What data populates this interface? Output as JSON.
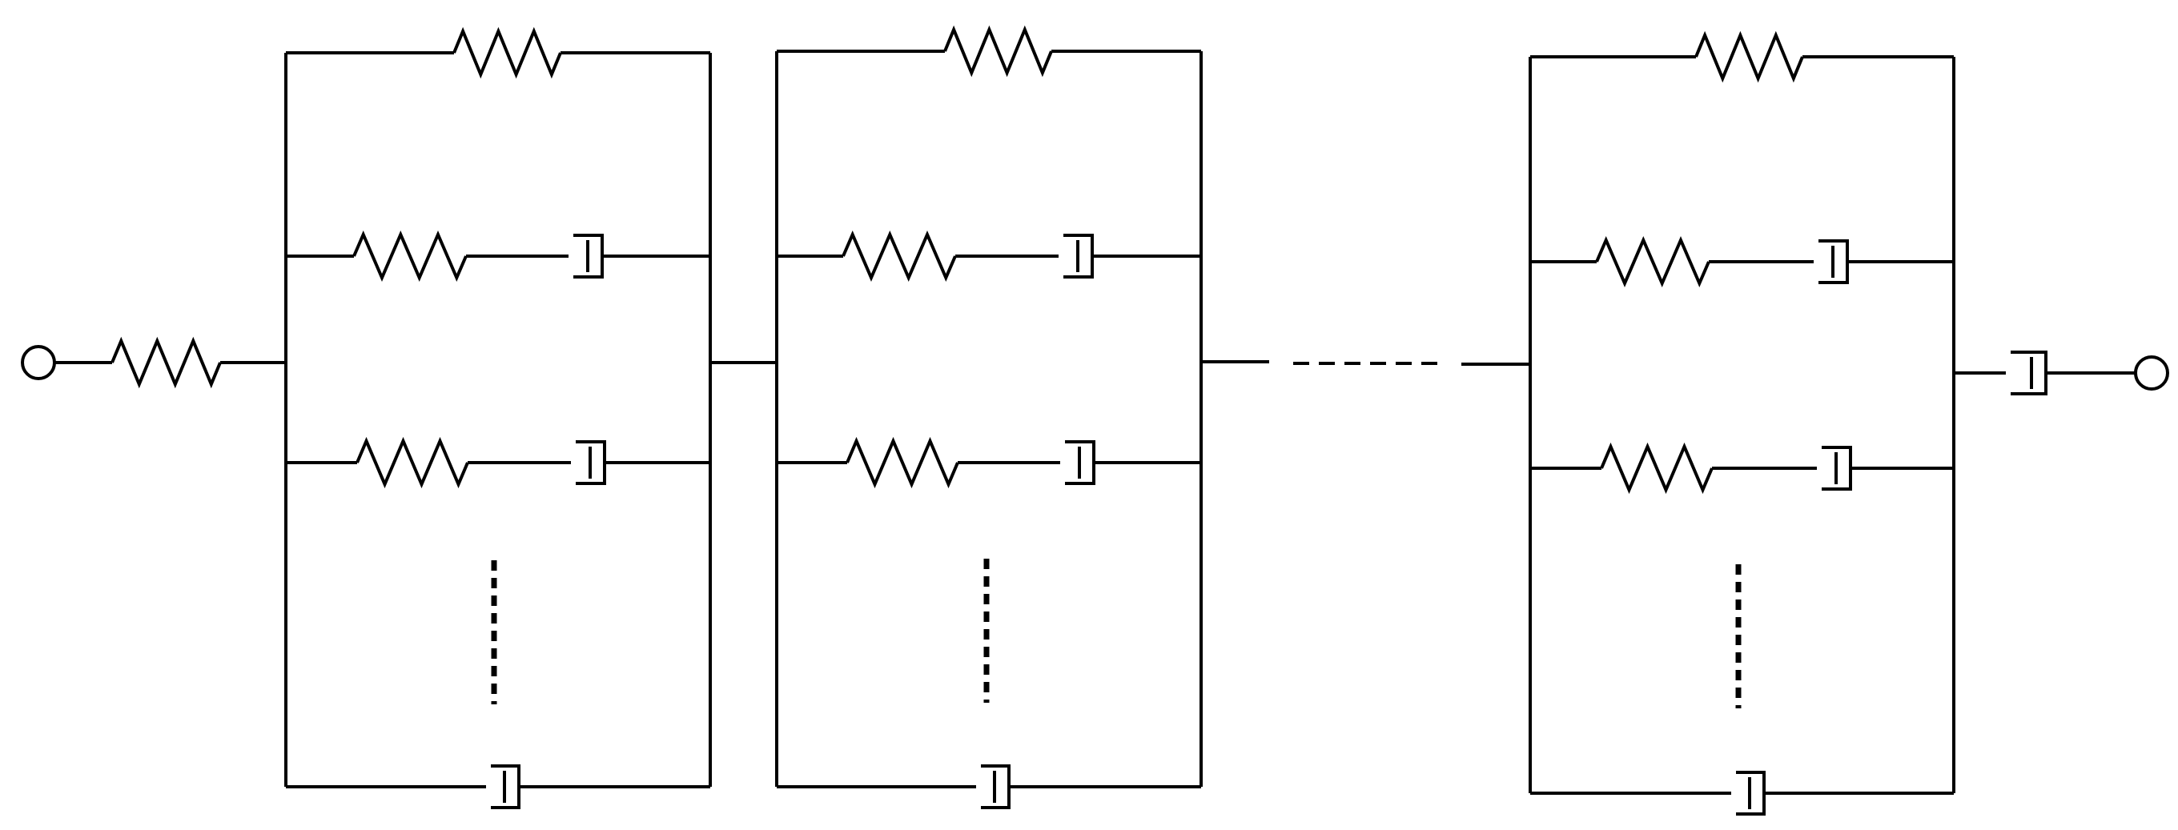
{
  "diagram": {
    "type": "rheological-model",
    "line_color": "#000000",
    "background": "#ffffff",
    "elements": {
      "terminal": "terminal-node-icon",
      "spring": "spring-icon",
      "dashpot": "dashpot-icon",
      "continuation": "dashed-continuation-icon"
    },
    "structure": {
      "series_spring_at_input": true,
      "blocks_drawn": 3,
      "branches_per_block": [
        "spring",
        "spring-dashpot",
        "spring-dashpot",
        "continuation",
        "dashpot"
      ],
      "series_dashpot_at_output": true
    }
  }
}
